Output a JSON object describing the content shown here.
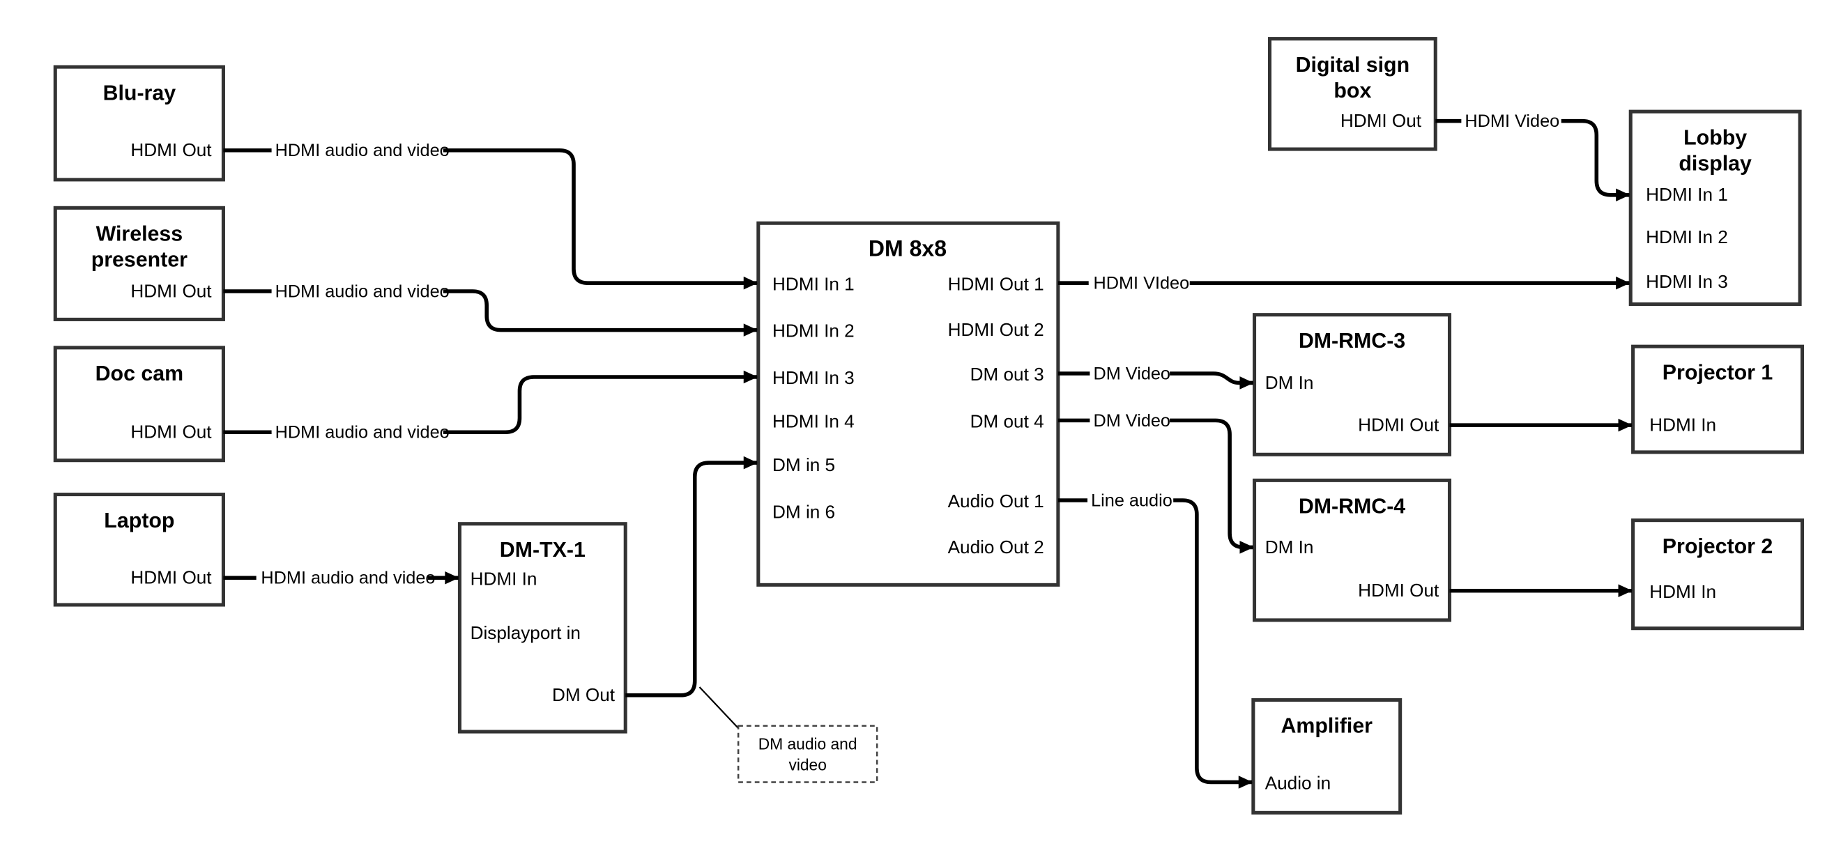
{
  "colors": {
    "background": "#ffffff",
    "box_border": "#333333",
    "line": "#000000",
    "text": "#000000"
  },
  "nodes": {
    "bluray": {
      "title": "Blu-ray",
      "port": "HDMI Out"
    },
    "wireless": {
      "title1": "Wireless",
      "title2": "presenter",
      "port": "HDMI Out"
    },
    "doccam": {
      "title": "Doc cam",
      "port": "HDMI Out"
    },
    "laptop": {
      "title": "Laptop",
      "port": "HDMI Out"
    },
    "dmtx1": {
      "title": "DM-TX-1",
      "hdmi_in": "HDMI In",
      "displayport_in": "Displayport in",
      "dm_out": "DM Out"
    },
    "dm8x8": {
      "title": "DM 8x8",
      "hdmi_in_1": "HDMI In 1",
      "hdmi_in_2": "HDMI In 2",
      "hdmi_in_3": "HDMI In 3",
      "hdmi_in_4": "HDMI In 4",
      "dm_in_5": "DM in 5",
      "dm_in_6": "DM in 6",
      "hdmi_out_1": "HDMI Out 1",
      "hdmi_out_2": "HDMI Out 2",
      "dm_out_3": "DM out 3",
      "dm_out_4": "DM out 4",
      "audio_out_1": "Audio Out 1",
      "audio_out_2": "Audio Out 2"
    },
    "digitalsign": {
      "title1": "Digital sign",
      "title2": "box",
      "port": "HDMI Out"
    },
    "lobby": {
      "title1": "Lobby",
      "title2": "display",
      "hdmi_in_1": "HDMI In 1",
      "hdmi_in_2": "HDMI In 2",
      "hdmi_in_3": "HDMI In 3"
    },
    "dmrmc3": {
      "title": "DM-RMC-3",
      "dm_in": "DM In",
      "hdmi_out": "HDMI Out"
    },
    "dmrmc4": {
      "title": "DM-RMC-4",
      "dm_in": "DM In",
      "hdmi_out": "HDMI Out"
    },
    "proj1": {
      "title": "Projector 1",
      "port": "HDMI In"
    },
    "proj2": {
      "title": "Projector 2",
      "port": "HDMI In"
    },
    "amp": {
      "title": "Amplifier",
      "port": "Audio in"
    }
  },
  "edges": {
    "bluray_to_dm8x8": "HDMI audio and video",
    "wireless_to_dm8x8": "HDMI audio and video",
    "doccam_to_dm8x8": "HDMI audio and video",
    "laptop_to_dmtx1": "HDMI audio and video",
    "dm8x8_to_lobby": "HDMI VIdeo",
    "dm8x8_to_dmrmc3": "DM Video",
    "dm8x8_to_dmrmc4": "DM Video",
    "dm8x8_to_amp": "Line audio",
    "digitalsign_to_lobby": "HDMI Video"
  },
  "annotation": {
    "line1": "DM audio and",
    "line2": "video"
  }
}
